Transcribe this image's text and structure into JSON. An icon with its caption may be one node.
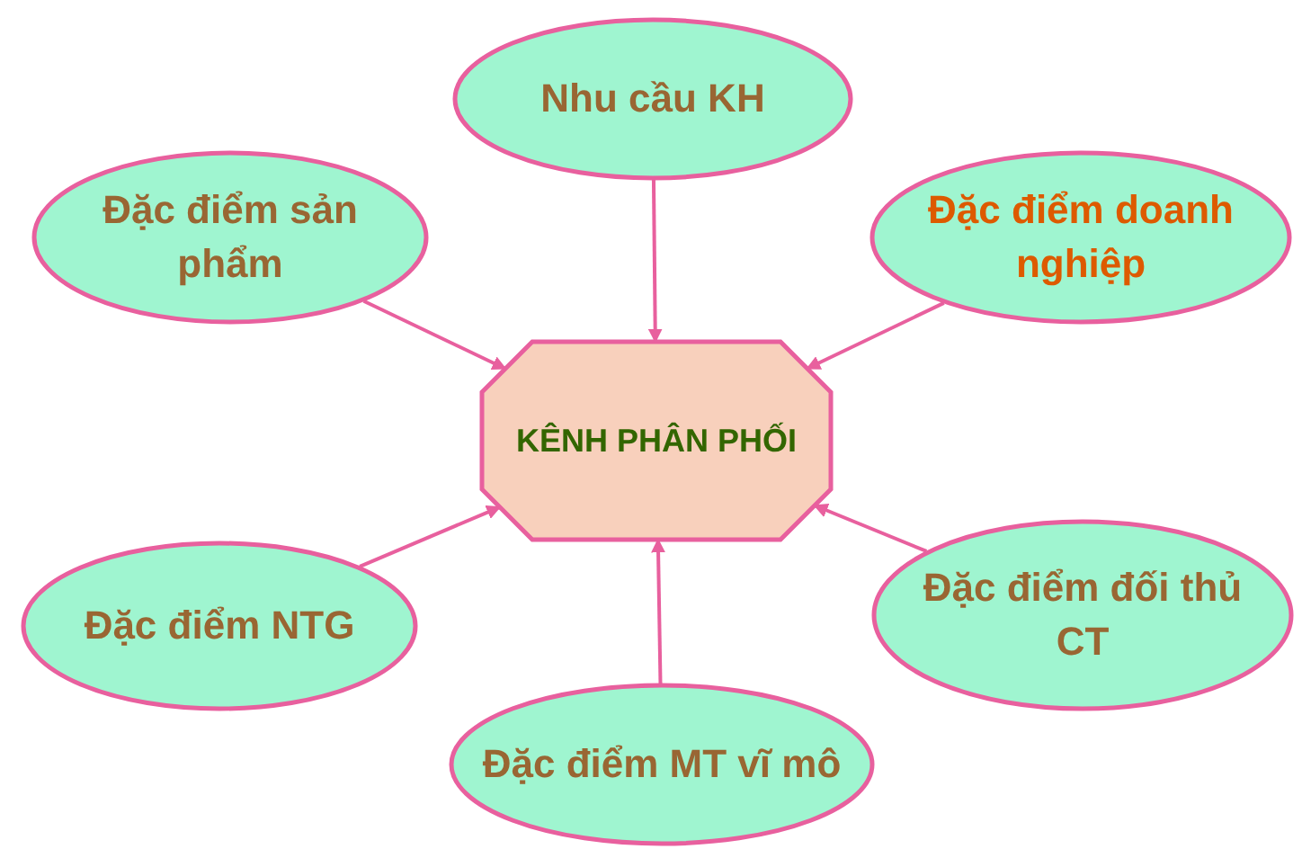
{
  "diagram": {
    "nodes": [
      {
        "text": [
          "Nhu cầu KH"
        ]
      },
      {
        "text": [
          "Đặc điểm sản phẩm"
        ]
      },
      {
        "text": [
          "Đặc điểm doanh nghiệp"
        ]
      },
      {
        "text": [
          "KÊNH PHÂN PHỐI"
        ]
      },
      {
        "text": [
          "Đặc điểm NTG"
        ]
      },
      {
        "text": [
          "Đặc điểm đối thủ CT"
        ]
      },
      {
        "text": [
          "Đặc điểm MT vĩ mô"
        ]
      }
    ],
    "edges": [
      {
        "from": 0,
        "to": 3,
        "arrow": "to"
      },
      {
        "from": 1,
        "to": 3,
        "arrow": "to"
      },
      {
        "from": 2,
        "to": 3,
        "arrow": "to"
      },
      {
        "from": 4,
        "to": 3,
        "arrow": "to"
      },
      {
        "from": 5,
        "to": 3,
        "arrow": "to"
      },
      {
        "from": 6,
        "to": 3,
        "arrow": "to"
      }
    ]
  }
}
